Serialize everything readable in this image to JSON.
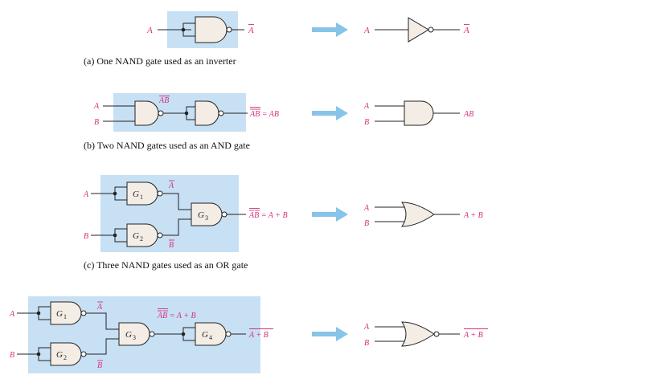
{
  "labels": {
    "A": "A",
    "B": "B",
    "A_bar": "A",
    "B_bar": "B",
    "AB": "AB",
    "AB_bar": "AB",
    "AB_double_bar_eq": "AB = AB",
    "or_eq": "AB = A + B",
    "A_plus_B": "A + B",
    "nor_out": "A + B"
  },
  "gate_names": {
    "g1": "G",
    "g2": "G",
    "g3": "G",
    "g4": "G",
    "sub1": "1",
    "sub2": "2",
    "sub3": "3",
    "sub4": "4"
  },
  "captions": {
    "a": "(a) One NAND gate used as an inverter",
    "b": "(b) Two NAND gates used as an AND gate",
    "c": "(c) Three NAND gates used as an OR gate"
  },
  "colors": {
    "box": "#c8e0f4",
    "arrow": "#87c4e8",
    "label": "#d6307a",
    "gate_fill": "#f4ede6"
  }
}
